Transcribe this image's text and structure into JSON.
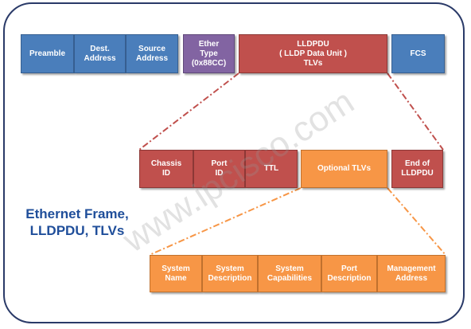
{
  "frame_boxes": [
    {
      "key": "preamble",
      "label": "Preamble",
      "color": "#4a7ebb"
    },
    {
      "key": "dest",
      "label": "Dest.\nAddress",
      "color": "#4a7ebb"
    },
    {
      "key": "source",
      "label": "Source\nAddress",
      "color": "#4a7ebb"
    },
    {
      "key": "ethertype",
      "label": "Ether\nType\n(0x88CC)",
      "color": "#8264a2"
    },
    {
      "key": "lldpdu",
      "label": "LLDPDU\n( LLDP Data Unit )\nTLVs",
      "color": "#c0504d"
    },
    {
      "key": "fcs",
      "label": "FCS",
      "color": "#4a7ebb"
    }
  ],
  "lldpdu_boxes": [
    {
      "key": "chassis",
      "label": "Chassis\nID",
      "color": "#c0504d"
    },
    {
      "key": "port",
      "label": "Port\nID",
      "color": "#c0504d"
    },
    {
      "key": "ttl",
      "label": "TTL",
      "color": "#c0504d"
    },
    {
      "key": "optional",
      "label": "Optional TLVs",
      "color": "#f79646"
    },
    {
      "key": "end",
      "label": "End of\nLLDPDU",
      "color": "#c0504d"
    }
  ],
  "optional_boxes": [
    {
      "key": "sysname",
      "label": "System\nName",
      "color": "#f79646"
    },
    {
      "key": "sysdesc",
      "label": "System\nDescription",
      "color": "#f79646"
    },
    {
      "key": "syscap",
      "label": "System\nCapabilities",
      "color": "#f79646"
    },
    {
      "key": "portdesc",
      "label": "Port\nDescription",
      "color": "#f79646"
    },
    {
      "key": "mgmt",
      "label": "Management\nAddress",
      "color": "#f79646"
    }
  ],
  "caption": "Ethernet Frame,\nLLDPDU, TLVs",
  "watermark": "www.ipcisco.com"
}
